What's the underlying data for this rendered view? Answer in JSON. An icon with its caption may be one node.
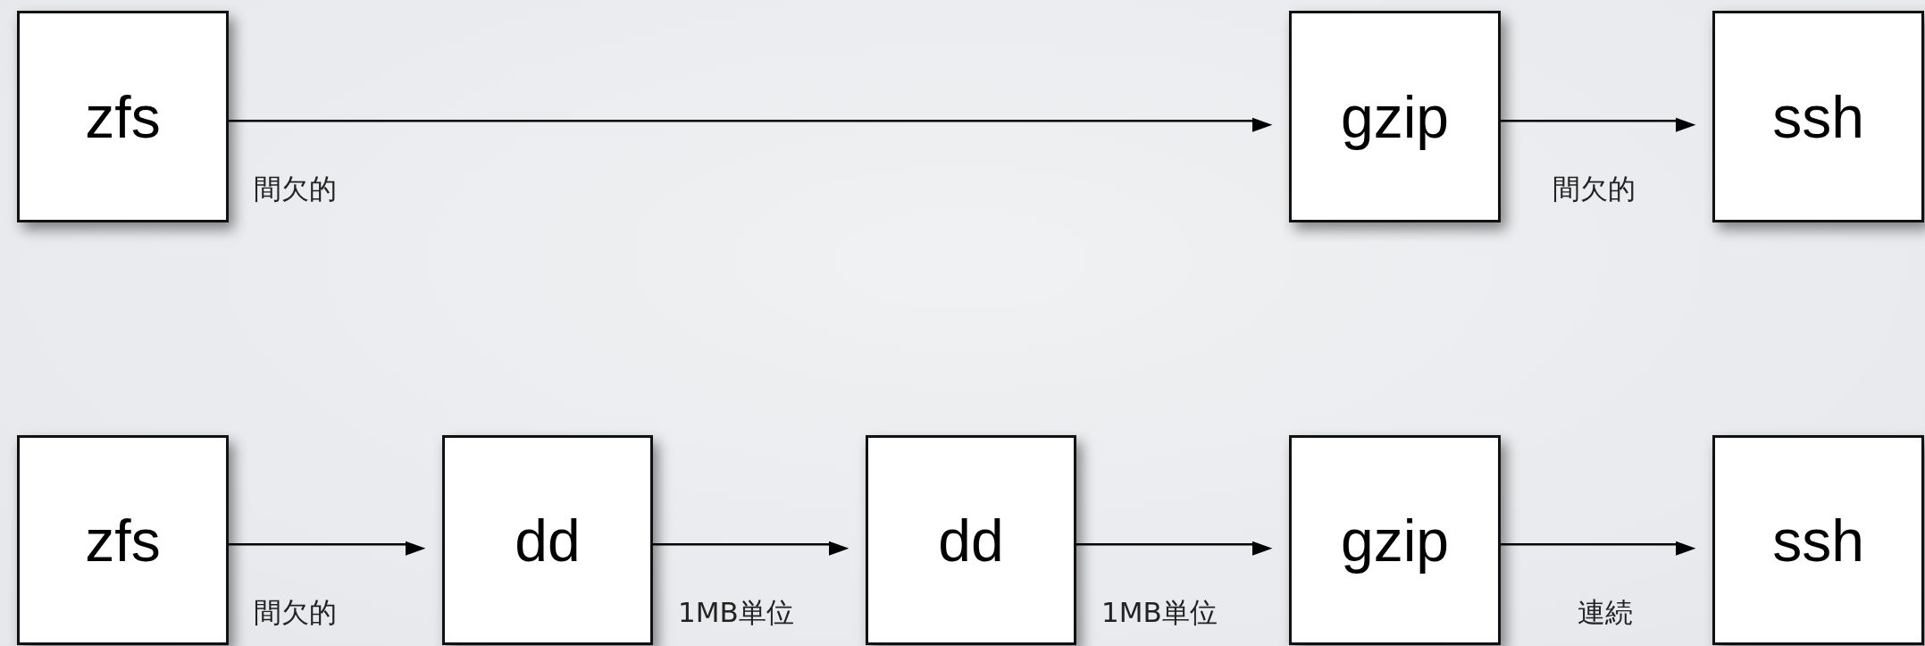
{
  "diagram": {
    "nodes": [
      {
        "text": [
          "zfs"
        ]
      },
      {
        "text": [
          "gzip"
        ]
      },
      {
        "text": [
          "ssh"
        ]
      },
      {
        "text": [
          "zfs"
        ]
      },
      {
        "text": [
          "dd"
        ]
      },
      {
        "text": [
          "dd"
        ]
      },
      {
        "text": [
          "gzip"
        ]
      },
      {
        "text": [
          "ssh"
        ]
      }
    ],
    "edges": [
      {
        "from": 0,
        "to": 1,
        "arrow": "to",
        "label": "間欠的"
      },
      {
        "from": 1,
        "to": 2,
        "arrow": "to",
        "label": "間欠的"
      },
      {
        "from": 3,
        "to": 4,
        "arrow": "to",
        "label": "間欠的"
      },
      {
        "from": 4,
        "to": 5,
        "arrow": "to",
        "label": "1MB単位"
      },
      {
        "from": 5,
        "to": 6,
        "arrow": "to",
        "label": "1MB単位"
      },
      {
        "from": 6,
        "to": 7,
        "arrow": "to",
        "label": "連続"
      }
    ]
  }
}
